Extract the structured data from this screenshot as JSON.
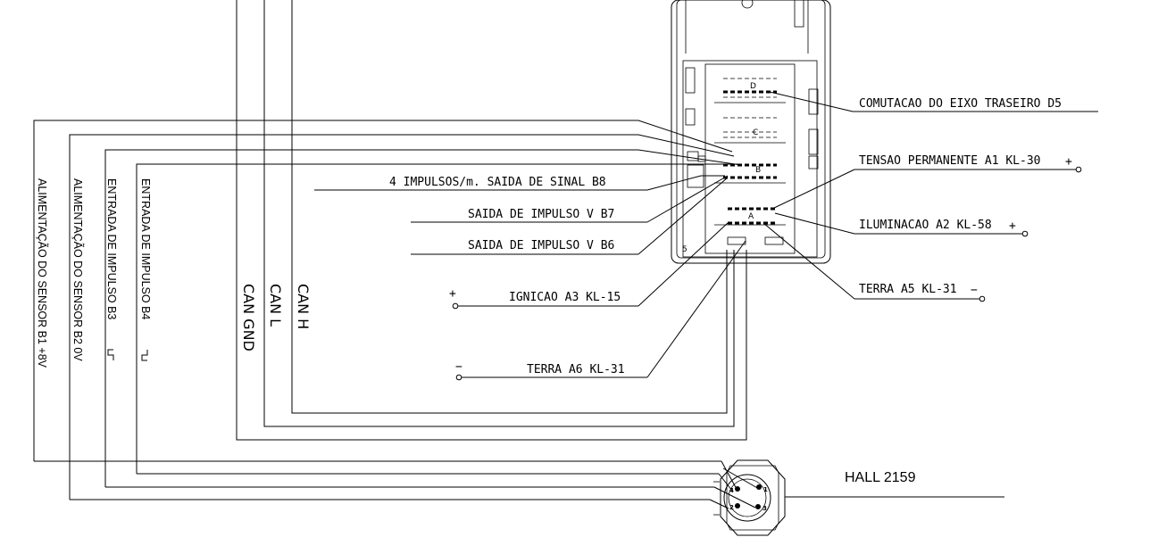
{
  "connector": {
    "block_d": "D",
    "block_c": "C",
    "block_b": "B",
    "block_a": "A"
  },
  "right_labels": {
    "d5": "COMUTACAO DO EIXO TRASEIRO D5",
    "a1": "TENSAO PERMANENTE A1 KL-30",
    "a2": "ILUMINACAO A2 KL-58",
    "a5": "TERRA A5 KL-31"
  },
  "left_labels": {
    "b8": "4 IMPULSOS/m. SAIDA DE SINAL B8",
    "b7": "SAIDA DE IMPULSO V B7",
    "b6": "SAIDA DE IMPULSO V B6",
    "a3": "IGNICAO A3 KL-15",
    "a6": "TERRA A6 KL-31"
  },
  "signs": {
    "plus": "+",
    "minus": "−"
  },
  "vertical_labels": {
    "b1": "ALIMENTAÇÃO DO SENSOR B1  +8V",
    "b2": "ALIMENTAÇÃO DO SENSOR B2  0V",
    "b3": "ENTRADA DE IMPULSO  B3",
    "b4": "ENTRADA DE IMPULSO  B4",
    "can_gnd": "CAN GND",
    "can_l": "CAN L",
    "can_h": "CAN H"
  },
  "sensor": {
    "name": "HALL 2159",
    "pins": [
      "1",
      "2",
      "3",
      "4"
    ]
  }
}
